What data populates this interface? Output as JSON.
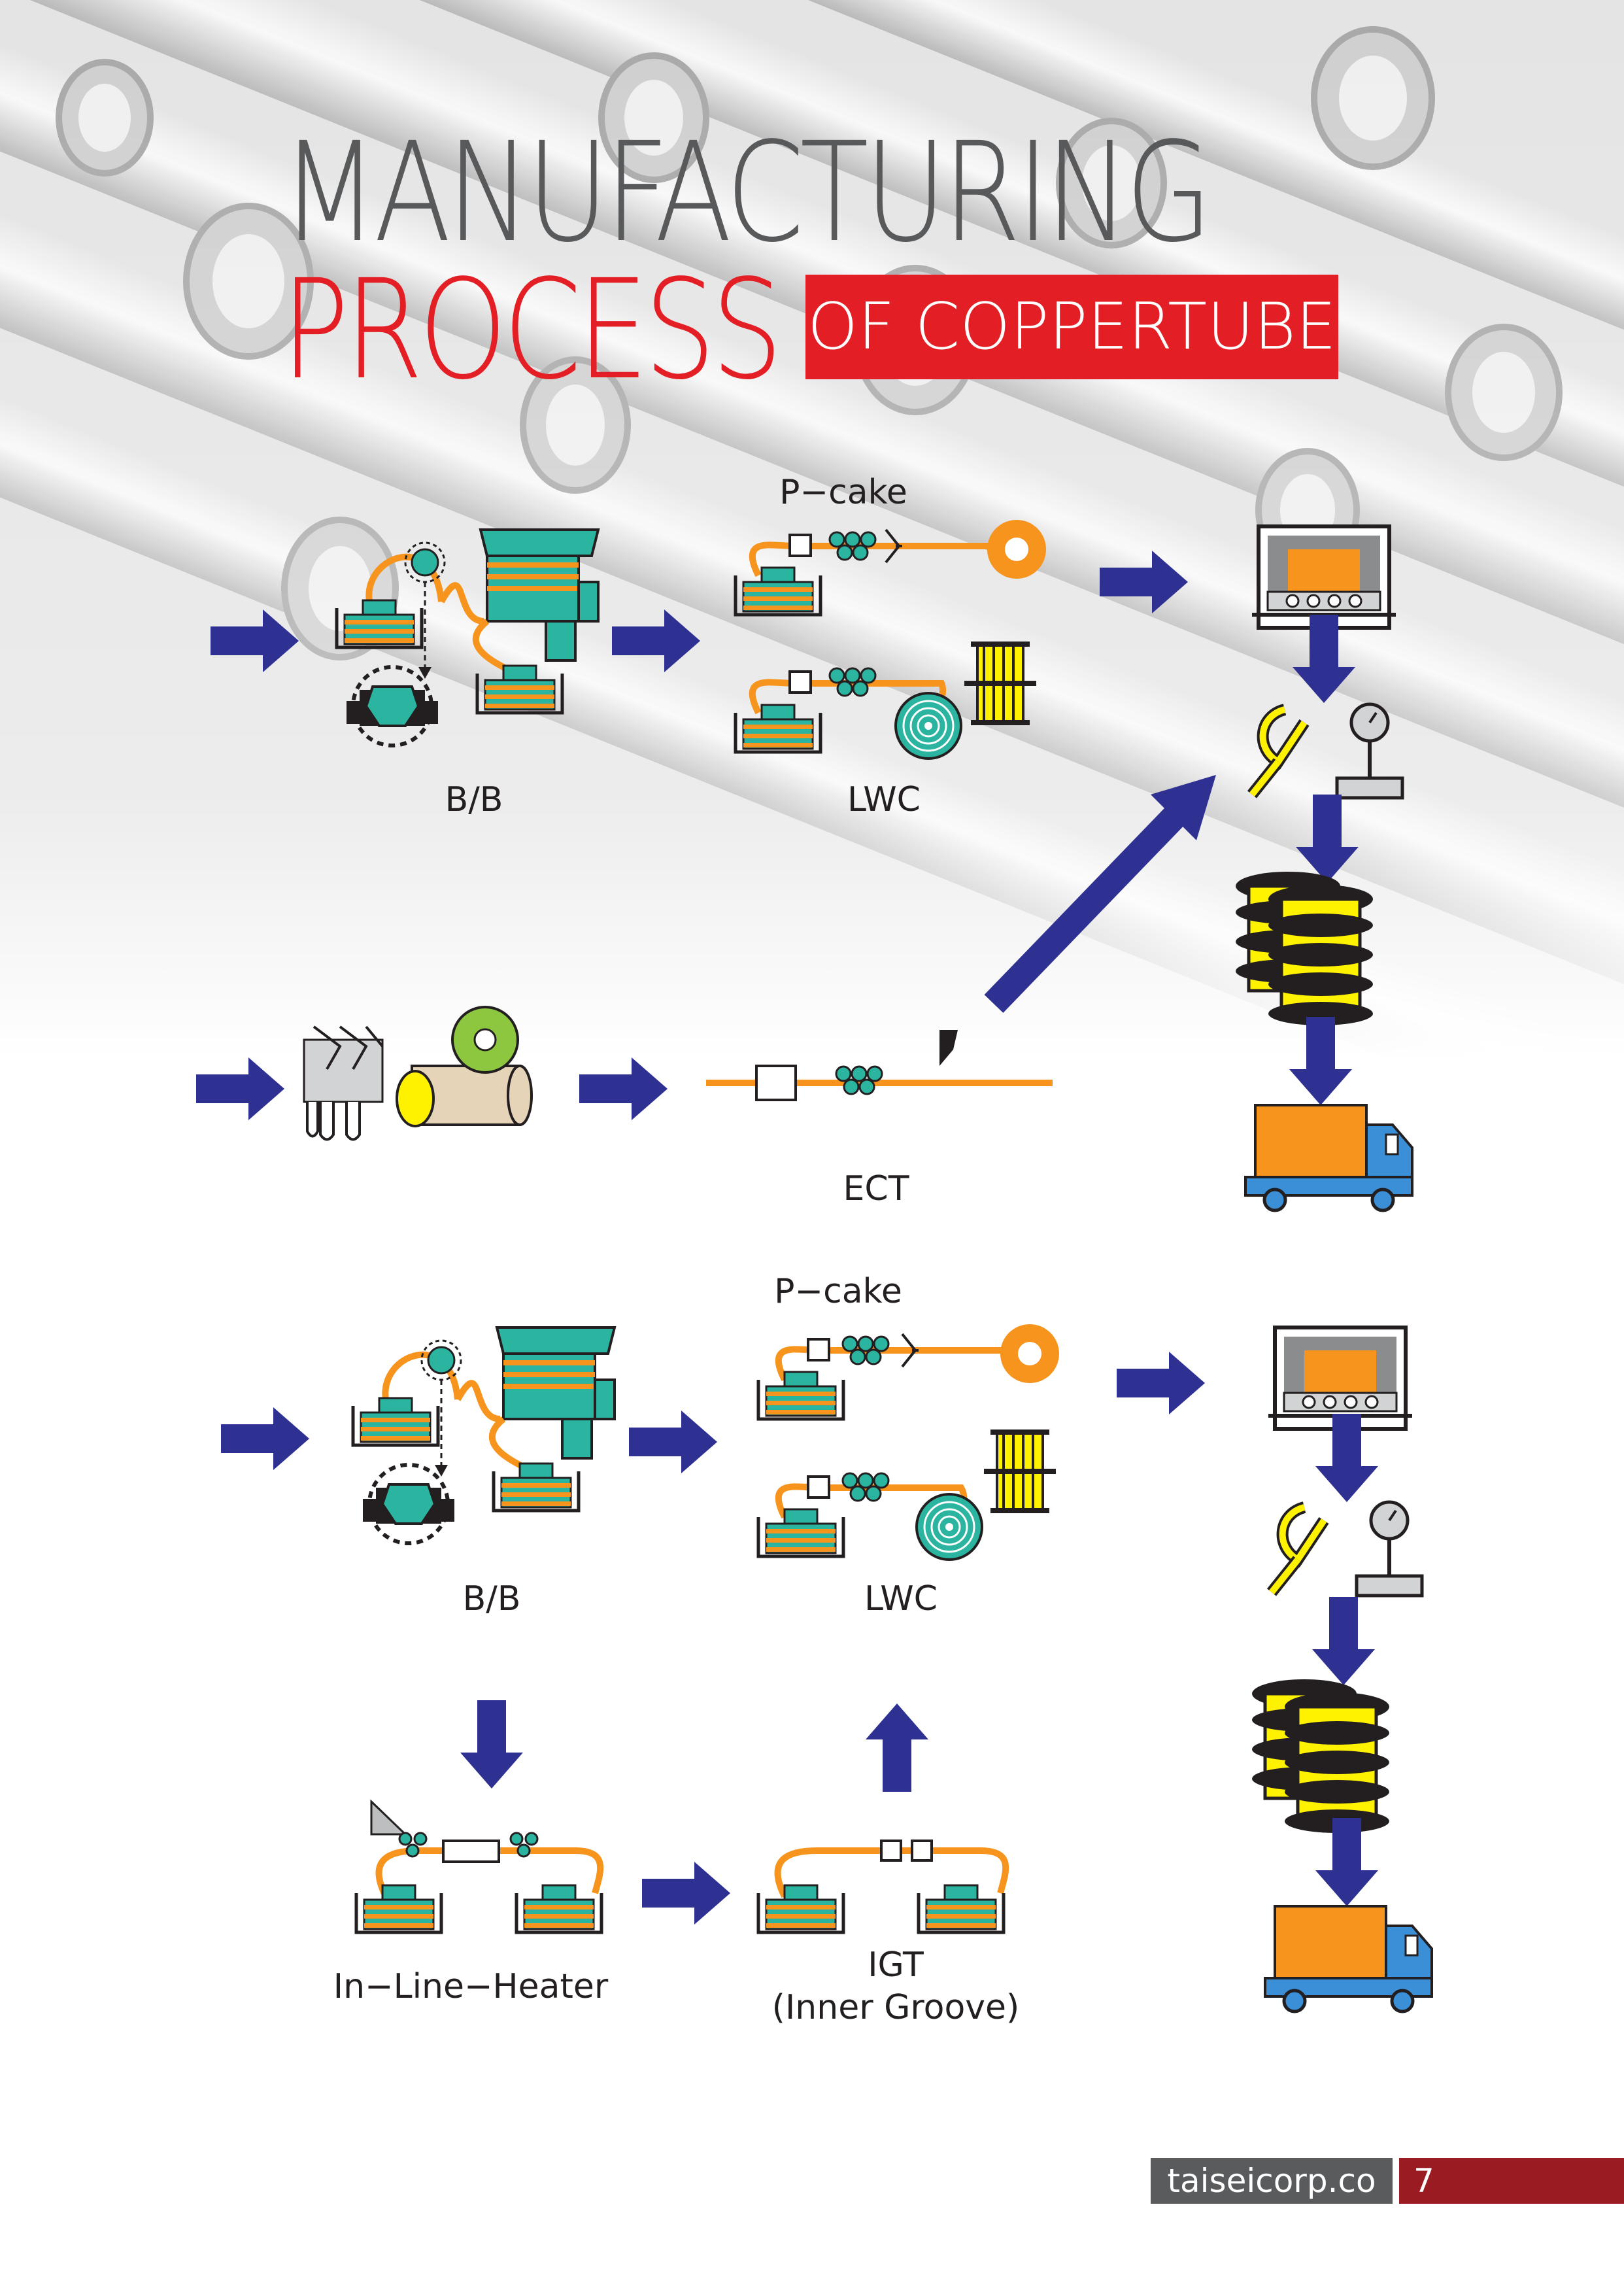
{
  "title": {
    "line1": "MANUFACTURING",
    "line2": "PROCESS",
    "tag": "OF COPPERTUBE"
  },
  "labels": {
    "bb_top": "B/B",
    "pcake_top": "P−cake",
    "lwc_top": "LWC",
    "ect": "ECT",
    "pcake_bottom": "P−cake",
    "bb_bottom": "B/B",
    "lwc_bottom": "LWC",
    "inline_heater": "In−Line−Heater",
    "igt_line1": "IGT",
    "igt_line2": "(Inner Groove)"
  },
  "footer": {
    "site": "taiseicorp.co",
    "page": "7"
  },
  "colors": {
    "arrow": "#2e3192",
    "tube": "#f7941d",
    "machine": "#2bb5a0",
    "title_red": "#e31e24",
    "coil": "#fff200",
    "truck_cab": "#3b8fd6"
  }
}
